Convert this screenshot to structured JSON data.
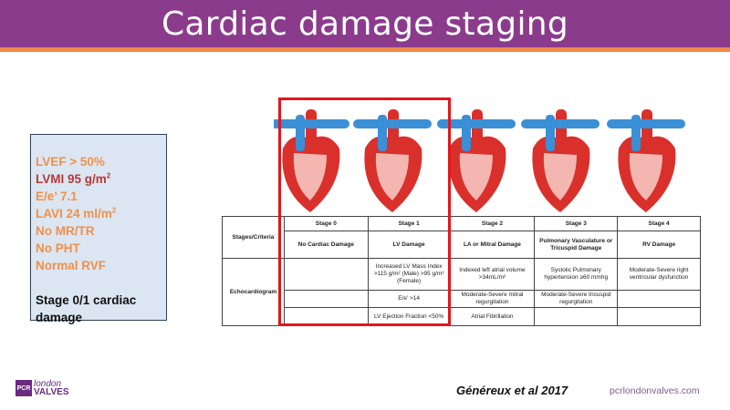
{
  "title": "Cardiac damage staging",
  "case": {
    "lvef": "LVEF > 50%",
    "lvmi": "LVMI 95 g/m",
    "lvmi_sup": "2",
    "ee": "E/e’ 7.1",
    "lavi": "LAVI 24 ml/m",
    "lavi_sup": "2",
    "mr": "No MR/TR",
    "pht": "No PHT",
    "rvf": "Normal RVF",
    "conclusion": "Stage 0/1 cardiac damage"
  },
  "table": {
    "header_label": "Stages/Criteria",
    "stages": [
      "Stage 0",
      "Stage 1",
      "Stage 2",
      "Stage 3",
      "Stage 4"
    ],
    "names": [
      "No Cardiac Damage",
      "LV Damage",
      "LA or Mitral Damage",
      "Pulmonary Vasculature or Tricuspid Damage",
      "RV Damage"
    ],
    "row_label": "Echocardiogram",
    "rows": [
      [
        "",
        "Increased LV Mass Index >115 g/m² (Male) >95 g/m² (Female)",
        "Indexed left atrial volume >34mL/m²",
        "Systolic Pulmonary hypertension ≥60 mmhg",
        "Moderate-Severe right ventricular dysfunction"
      ],
      [
        "",
        "E/e' >14",
        "Moderate-Severe mitral regurgitation",
        "Moderate-Severe tricuspid regurgitation",
        ""
      ],
      [
        "",
        "LV Ejection Fraction <50%",
        "Atrial Fibrillation",
        "",
        ""
      ]
    ]
  },
  "logo": {
    "pcr": "PCR",
    "line1": "london",
    "line2": "VALVES"
  },
  "citation": "Généreux et al 2017",
  "url": "pcrlondonvalves.com",
  "colors": {
    "title_bar": "#8b3b8c",
    "stripe": "#f08a4b",
    "highlight": "#e3161b"
  }
}
